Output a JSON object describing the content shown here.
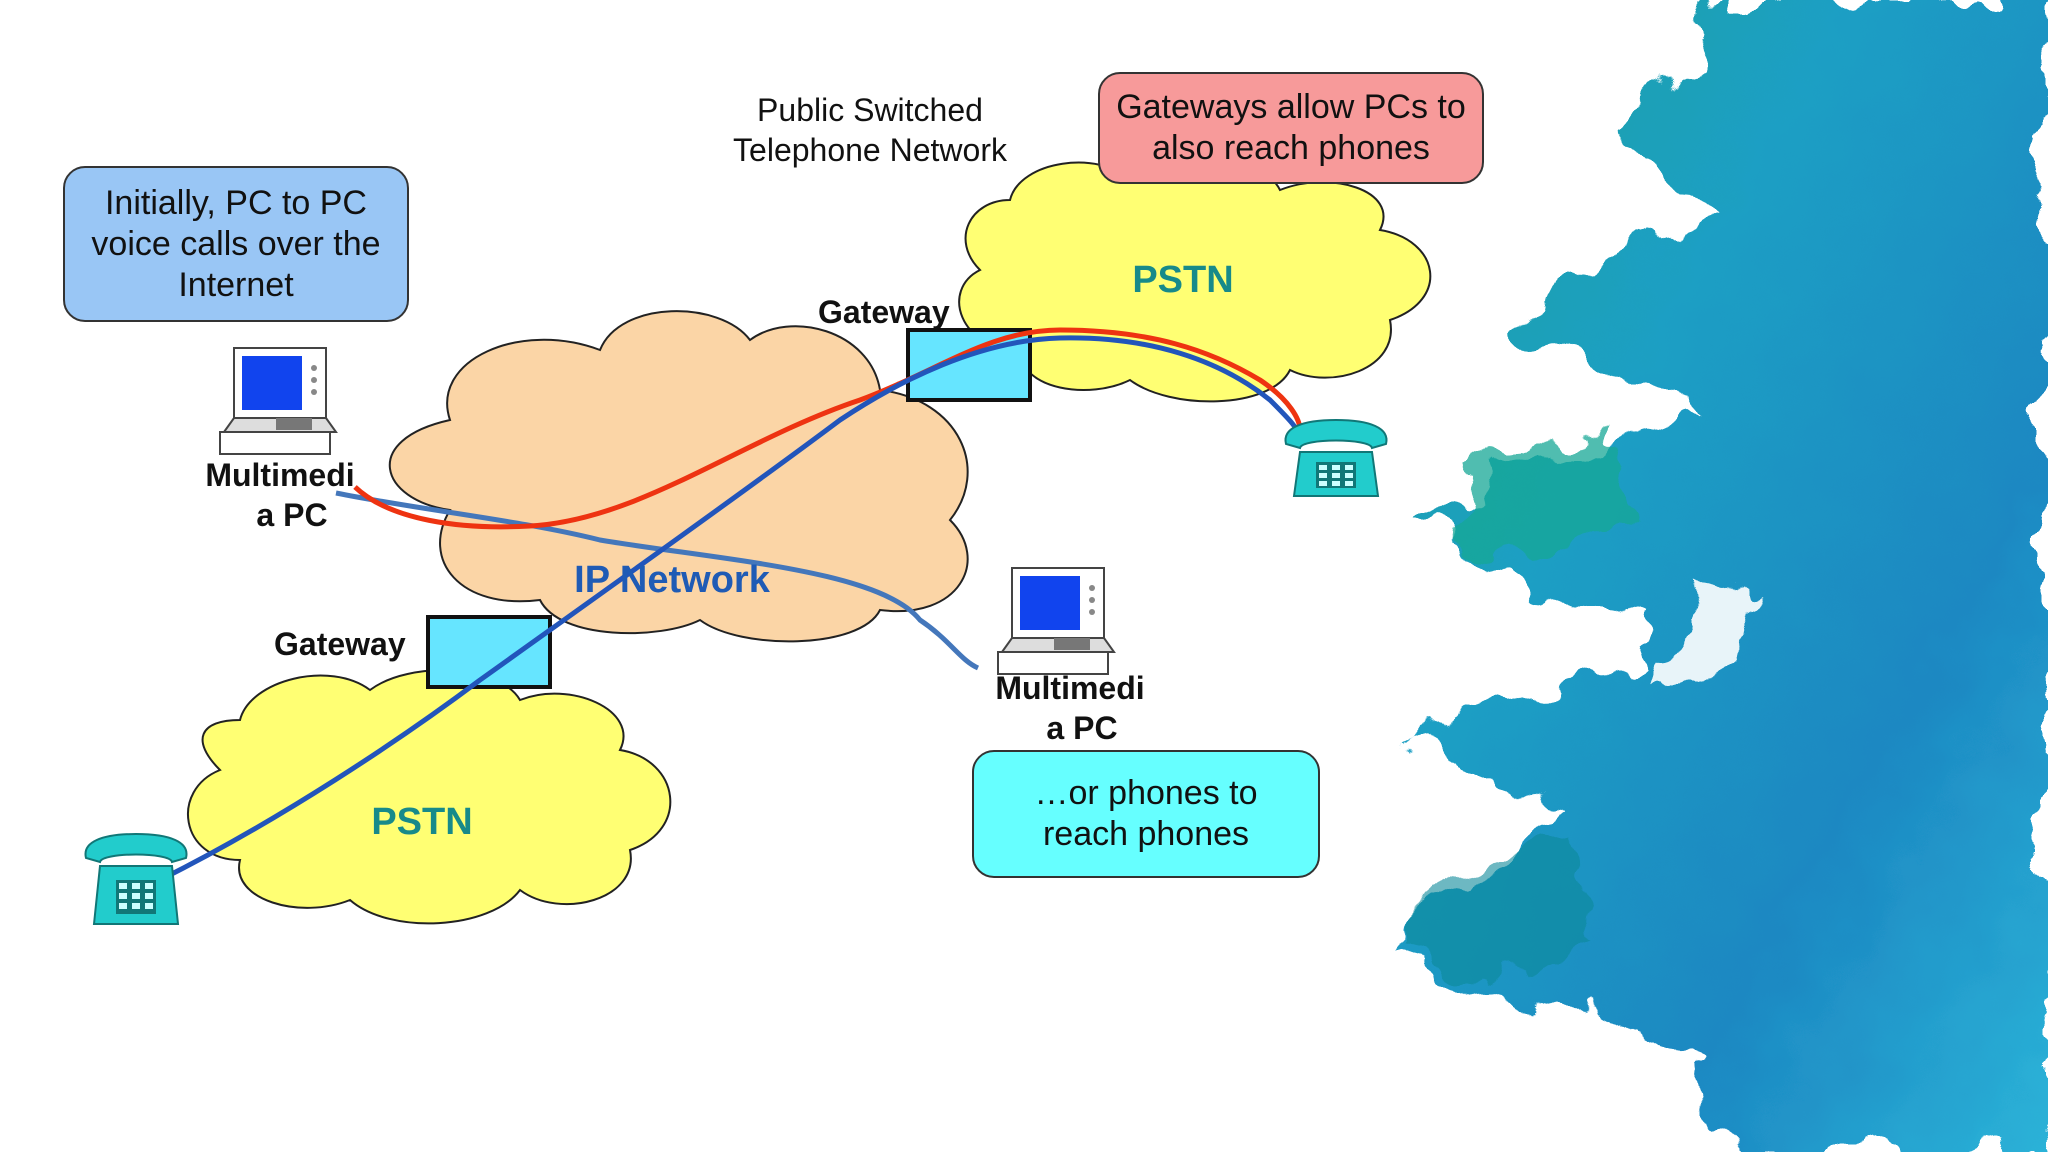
{
  "callouts": {
    "pc_to_pc": "Initially, PC to PC voice calls over the Internet",
    "pc_to_phone": "Gateways allow PCs to also reach phones",
    "phone_to_phone": "…or phones to reach phones"
  },
  "labels": {
    "pstn_caption_line1": "Public Switched",
    "pstn_caption_line2": "Telephone Network",
    "gateway_top": "Gateway",
    "gateway_bottom": "Gateway",
    "pc_left_line1": "Multimedi",
    "pc_left_line2": "a PC",
    "pc_right_line1": "Multimedi",
    "pc_right_line2": "a PC"
  },
  "clouds": {
    "ip_network": "IP Network",
    "pstn_top": "PSTN",
    "pstn_bottom": "PSTN"
  },
  "colors": {
    "callout_blue": "#99c6f5",
    "callout_red": "#f79a9a",
    "callout_cyan": "#66ffff",
    "cloud_ip": "#fbd5a6",
    "cloud_pstn": "#ffff73",
    "gateway_fill": "#66e5ff",
    "path_red": "#ee3311",
    "path_blue": "#2255bb",
    "path_lightblue": "#4477bb",
    "phone": "#22cccc",
    "pc_screen": "#1144ee"
  }
}
